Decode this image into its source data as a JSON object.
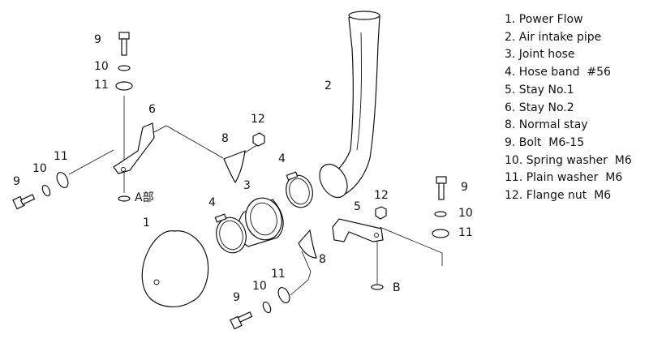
{
  "parts_list": [
    "1. Power Flow",
    "2. Air intake pipe",
    "3. Joint hose",
    "4. Hose band  #56",
    "5. Stay No.1",
    "6. Stay No.2",
    "8. Normal stay",
    "9. Bolt  M6-15",
    "10. Spring washer  M6",
    "11. Plain washer  M6",
    "12. Flange nut  M6"
  ],
  "callouts": {
    "bolt_top": "9",
    "spring_top": "10",
    "plain_top": "11",
    "stay2": "6",
    "stay2_ref": "A部",
    "bolt_left": "9",
    "spring_left": "10",
    "plain_left": "11",
    "normal_stay_upper": "8",
    "nut_upper": "12",
    "joint_hose": "3",
    "band_upper": "4",
    "band_lower": "4",
    "pipe": "2",
    "power_flow": "1",
    "stay1": "5",
    "nut_right": "12",
    "stay1_ref": "B",
    "bolt_right": "9",
    "spring_right": "10",
    "plain_right": "11",
    "normal_stay_lower": "8",
    "plain_bottom": "11",
    "bolt_bottom": "9",
    "spring_bottom": "10"
  }
}
